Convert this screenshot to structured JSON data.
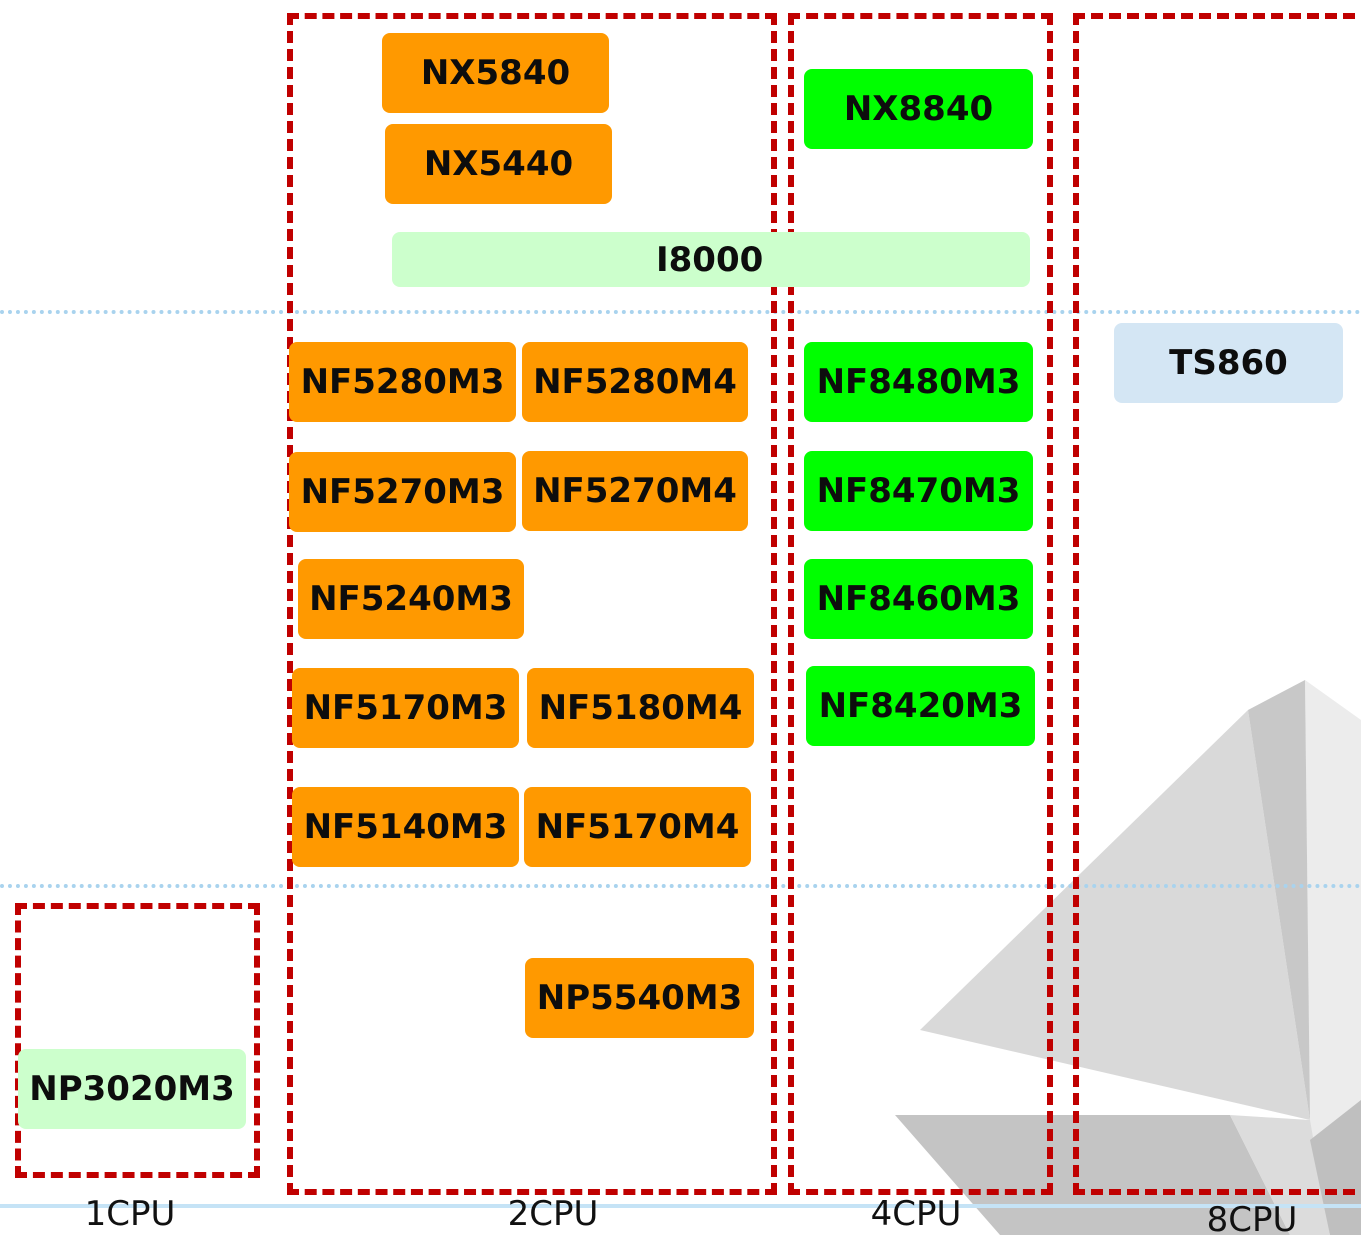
{
  "colors": {
    "two_cpu_box": "#ff9900",
    "four_cpu_box": "#00ff00",
    "pale_box": "#ccffcc",
    "eight_cpu_box": "#d4e6f4",
    "group_border": "#c00000",
    "tier_line": "#a9d3ee"
  },
  "columns": [
    {
      "label": "1CPU"
    },
    {
      "label": "2CPU"
    },
    {
      "label": "4CPU"
    },
    {
      "label": "8CPU"
    }
  ],
  "models": {
    "nx5840": "NX5840",
    "nx5440": "NX5440",
    "i8000": "I8000",
    "nx8840": "NX8840",
    "nf5280m3": "NF5280M3",
    "nf5280m4": "NF5280M4",
    "nf5270m3": "NF5270M3",
    "nf5270m4": "NF5270M4",
    "nf5240m3": "NF5240M3",
    "nf5170m3": "NF5170M3",
    "nf5180m4": "NF5180M4",
    "nf5140m3": "NF5140M3",
    "nf5170m4": "NF5170M4",
    "np5540m3": "NP5540M3",
    "np3020m3": "NP3020M3",
    "nf8480m3": "NF8480M3",
    "nf8470m3": "NF8470M3",
    "nf8460m3": "NF8460M3",
    "nf8420m3": "NF8420M3",
    "ts860": "TS860"
  }
}
